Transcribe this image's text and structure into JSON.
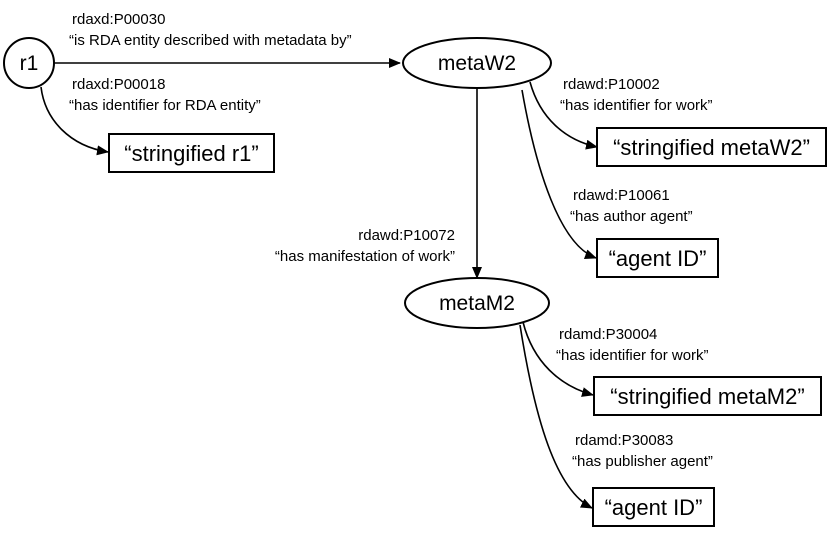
{
  "nodes": {
    "r1": "r1",
    "metaW2": "metaW2",
    "metaM2": "metaM2"
  },
  "literals": {
    "stringified_r1": "“stringified r1”",
    "stringified_metaW2": "“stringified metaW2”",
    "agent_id_w2": "“agent ID”",
    "stringified_metaM2": "“stringified metaM2”",
    "agent_id_m2": "“agent ID”"
  },
  "edges": {
    "r1_to_metaW2": {
      "prop": "rdaxd:P00030",
      "label": "“is RDA entity described with metadata by”"
    },
    "r1_to_string": {
      "prop": "rdaxd:P00018",
      "label": "“has identifier for RDA entity”"
    },
    "metaW2_to_string": {
      "prop": "rdawd:P10002",
      "label": "“has identifier for work”"
    },
    "metaW2_to_agent": {
      "prop": "rdawd:P10061",
      "label": "“has author agent”"
    },
    "metaW2_to_metaM2": {
      "prop": "rdawd:P10072",
      "label": "“has manifestation of work”"
    },
    "metaM2_to_string": {
      "prop": "rdamd:P30004",
      "label": "“has identifier for work”"
    },
    "metaM2_to_agent": {
      "prop": "rdamd:P30083",
      "label": "“has publisher agent”"
    }
  }
}
